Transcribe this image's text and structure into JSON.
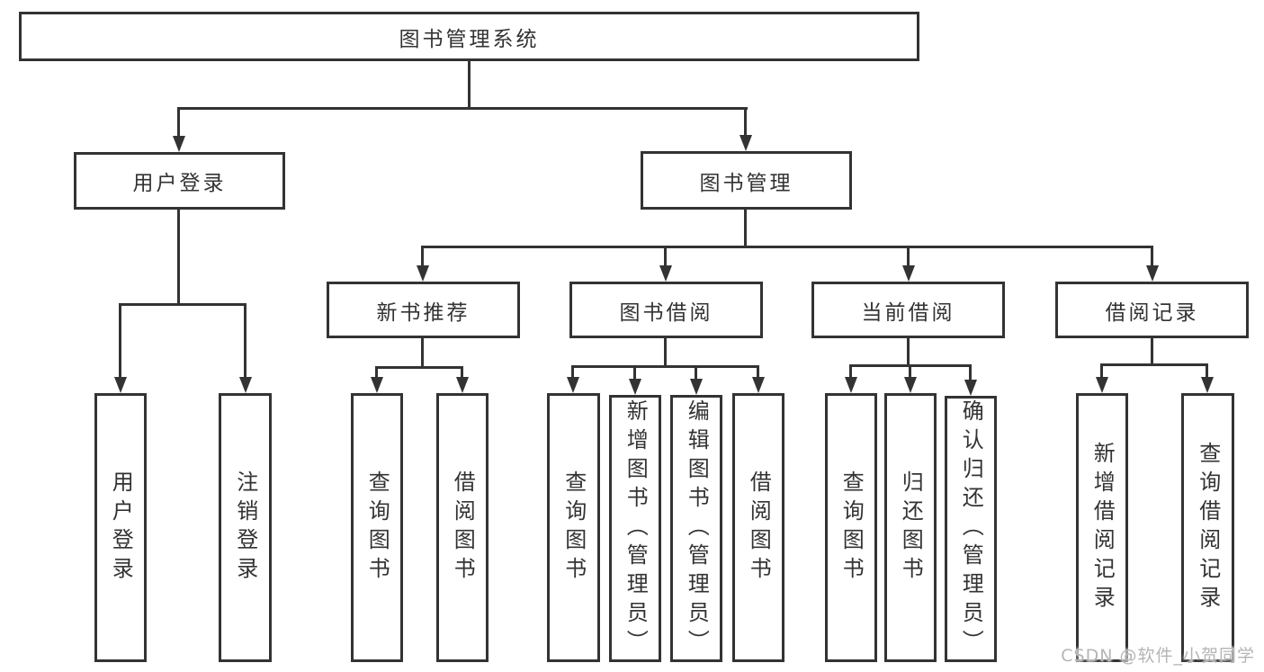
{
  "title": "图书管理系统",
  "nodes": {
    "root": "图书管理系统",
    "user_login": "用户登录",
    "book_mgmt": "图书管理",
    "new_book_rec": "新书推荐",
    "book_borrow": "图书借阅",
    "current_borrow": "当前借阅",
    "borrow_record": "借阅记录",
    "leaf_user_login": "用户登录",
    "leaf_logout": "注销登录",
    "leaf_query_book_rec": "查询图书",
    "leaf_borrow_book_rec": "借阅图书",
    "leaf_query_book_borrow": "查询图书",
    "leaf_add_book": "新增图书（管理员）",
    "leaf_edit_book": "编辑图书（管理员）",
    "leaf_borrow_book_borrow": "借阅图书",
    "leaf_query_book_current": "查询图书",
    "leaf_return_book": "归还图书",
    "leaf_confirm_return": "确认归还（管理员）",
    "leaf_add_borrow_record": "新增借阅记录",
    "leaf_query_borrow_record": "查询借阅记录"
  },
  "watermark": "CSDN @软件_小贺同学",
  "colors": {
    "line": "#333333",
    "text": "#333333",
    "box_fill": "#ffffff",
    "watermark": "#b5b5b5",
    "background": "#ffffff"
  }
}
